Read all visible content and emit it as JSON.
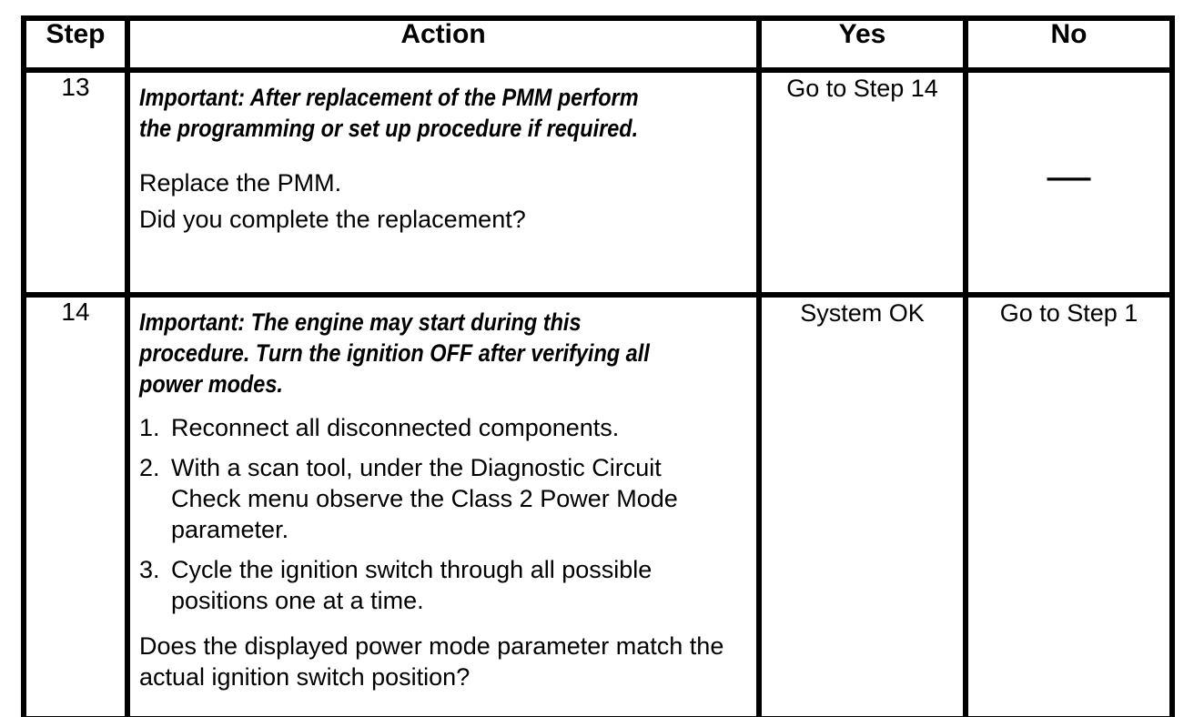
{
  "colors": {
    "border": "#000000",
    "background": "#ffffff",
    "text": "#000000"
  },
  "table": {
    "headers": {
      "step": "Step",
      "action": "Action",
      "yes": "Yes",
      "no": "No"
    },
    "rows": [
      {
        "step": "13",
        "important": "Important: After replacement of the PMM perform\nthe programming or set up procedure if required.",
        "instruction": "Replace the PMM.",
        "question": "Did you complete the replacement?",
        "yes": "Go to Step 14",
        "no": "—"
      },
      {
        "step": "14",
        "important": "Important: The engine may start during this\nprocedure. Turn the ignition OFF after verifying all\npower modes.",
        "list": [
          {
            "num": "1.",
            "text": "Reconnect all disconnected components."
          },
          {
            "num": "2.",
            "text": "With a scan tool, under the Diagnostic Circuit\nCheck menu observe the Class 2 Power Mode\nparameter."
          },
          {
            "num": "3.",
            "text": "Cycle the ignition switch through all possible\npositions one at a time."
          }
        ],
        "question": "Does the displayed power mode parameter match the\nactual ignition switch position?",
        "yes": "System OK",
        "no": "Go to Step 1"
      }
    ]
  }
}
